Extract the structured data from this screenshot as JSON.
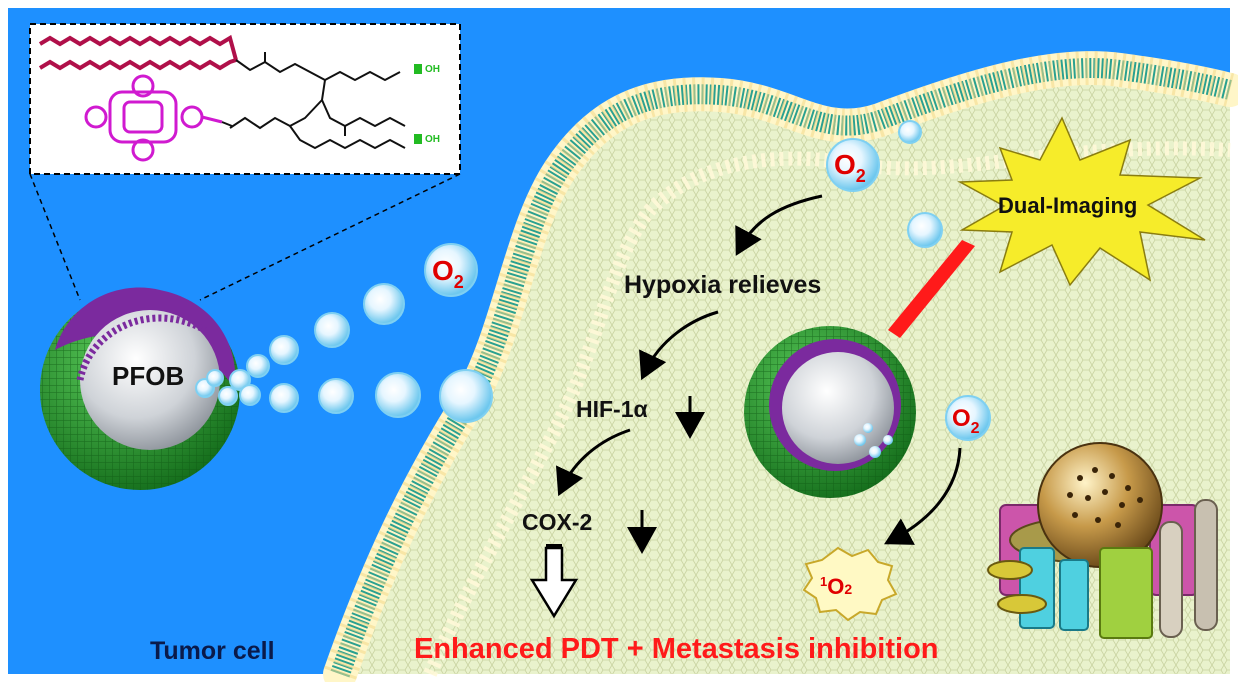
{
  "colors": {
    "background_blue": "#1e90ff",
    "cell_fill": "#e8f0c8",
    "membrane_green": "#2aa090",
    "nanoparticle_green": "#2e9e3a",
    "lipid_purple": "#7b2a9e",
    "o2_red": "#e00000",
    "title_red": "#ff1a1a",
    "starburst_yellow": "#f6ec2a",
    "porphyrin_magenta": "#d01ad0",
    "lipid_chain_crimson": "#b0104a",
    "cooh_green": "#22bb22"
  },
  "labels": {
    "pfob": "PFOB",
    "o2": "O",
    "o2_sub": "2",
    "singlet_sup": "1",
    "singlet_o": "O",
    "singlet_sub": "2",
    "hypoxia": "Hypoxia relieves",
    "hif": "HIF-1α",
    "cox": "COX-2",
    "dual_imaging": "Dual-Imaging",
    "tumor_cell": "Tumor cell",
    "outcome": "Enhanced PDT + Metastasis inhibition",
    "oh": "OH"
  }
}
